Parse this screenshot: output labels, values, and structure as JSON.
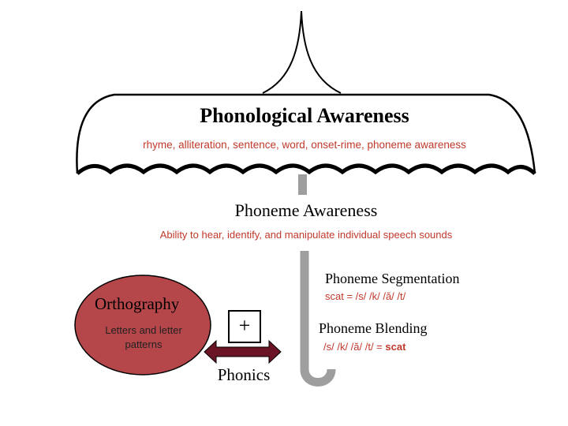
{
  "umbrella": {
    "title": "Phonological Awareness",
    "subtitle": "rhyme, alliteration, sentence, word, onset-rime, phoneme awareness"
  },
  "phoneme_awareness": {
    "title": "Phoneme Awareness",
    "subtitle": "Ability to hear, identify, and manipulate individual speech sounds"
  },
  "segmentation": {
    "title": "Phoneme Segmentation",
    "example": "scat = /s/ /k/ /ă/ /t/"
  },
  "blending": {
    "title": "Phoneme Blending",
    "example_prefix": "/s/ /k/ /ă/ /t/ = ",
    "example_word": "scat"
  },
  "orthography": {
    "title": "Orthography",
    "subtitle": "Letters and letter patterns"
  },
  "plus_symbol": "+",
  "phonics_label": "Phonics",
  "colors": {
    "label_red": "#c0392b",
    "orthography_fill": "#b5464a",
    "arrow_fill": "#6b1426",
    "handle_gray": "#9e9e9e"
  }
}
